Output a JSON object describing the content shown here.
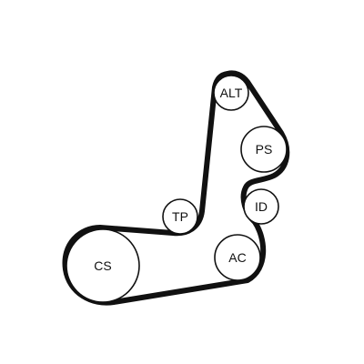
{
  "pulleys": {
    "alt": {
      "label": "ALT"
    },
    "ps": {
      "label": "PS"
    },
    "id": {
      "label": "ID"
    },
    "ac": {
      "label": "AC"
    },
    "cs": {
      "label": "CS"
    },
    "tp": {
      "label": "TP"
    }
  },
  "colors": {
    "belt": "#111111",
    "pulley_outline": "#111111",
    "background": "#ffffff"
  }
}
